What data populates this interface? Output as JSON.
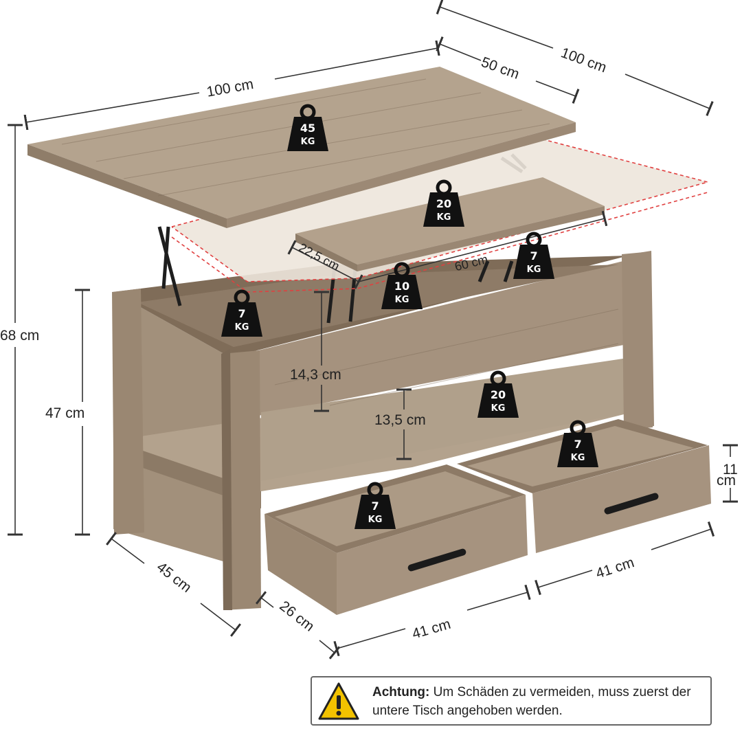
{
  "dimensions": {
    "top_width": "100 cm",
    "top_depth": "50 cm",
    "overall_width": "100 cm",
    "total_height": "68 cm",
    "table_height": "47 cm",
    "lift_depth": "22,5 cm",
    "lift_width": "60 cm",
    "upper_gap": "14,3 cm",
    "shelf_gap": "13,5 cm",
    "drawer_height_value": "11",
    "drawer_height_unit": "cm",
    "depth": "45 cm",
    "drawer_depth": "26 cm",
    "drawer_width_front": "41 cm",
    "drawer_width_right": "41 cm"
  },
  "load_labels": {
    "top": {
      "value": "45",
      "unit": "KG"
    },
    "lift_top": {
      "value": "20",
      "unit": "KG"
    },
    "left_compartment": {
      "value": "7",
      "unit": "KG"
    },
    "middle_compartment": {
      "value": "10",
      "unit": "KG"
    },
    "right_compartment": {
      "value": "7",
      "unit": "KG"
    },
    "shelf": {
      "value": "20",
      "unit": "KG"
    },
    "drawer_left": {
      "value": "7",
      "unit": "KG"
    },
    "drawer_right": {
      "value": "7",
      "unit": "KG"
    }
  },
  "notice": {
    "title": "Achtung:",
    "text": "Um Schäden zu vermeiden, muss zuerst der untere Tisch angehoben werden.",
    "icon": "warning-triangle-icon"
  },
  "colors": {
    "wood": "#a89682",
    "wood_dark": "#8a7865",
    "weight_badge": "#111111",
    "warning_yellow": "#f2c200",
    "lift_outline": "#e04040"
  }
}
